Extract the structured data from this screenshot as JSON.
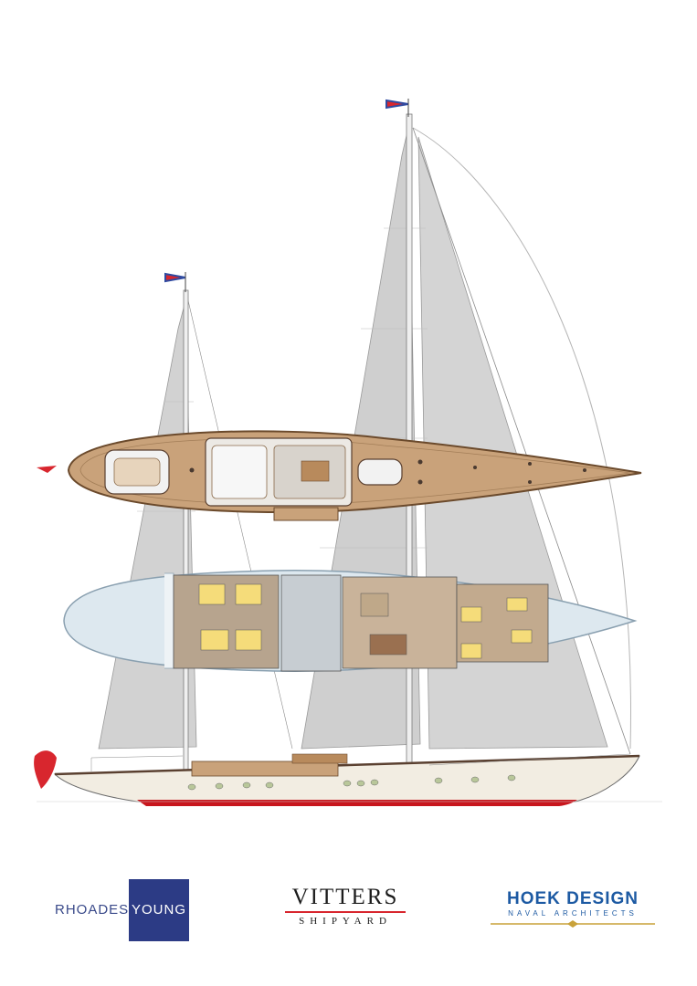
{
  "logos": {
    "rhodes_young": {
      "part1": "RHOADES",
      "part2": "YOUNG"
    },
    "vitters": {
      "name": "VITTERS",
      "sub": "SHIPYARD"
    },
    "hoek": {
      "name": "HOEK DESIGN",
      "sub": "NAVAL ARCHITECTS"
    }
  },
  "colors": {
    "sail": "#cccccc",
    "deck_teak": "#c9a27a",
    "interior_floor": "#d9e6ee",
    "hull": "#f2ede2",
    "antifouling": "#c8161d",
    "flag_blue": "#2f4aa0",
    "flag_red": "#d8262e",
    "rhodes_blue": "#2c3b85",
    "hoek_blue": "#1d5aa3"
  }
}
